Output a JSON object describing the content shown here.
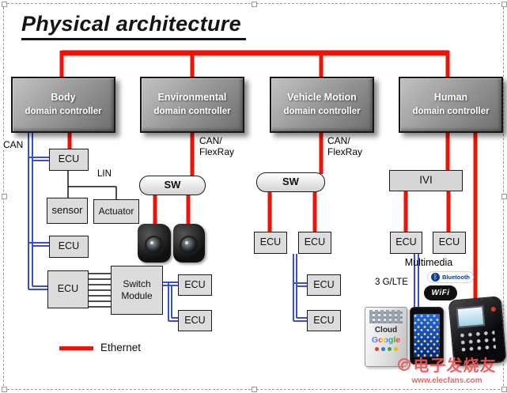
{
  "title": "Physical architecture",
  "colors": {
    "ethernet": "#ee1307",
    "can_bus": "#3b50cc",
    "controller_fill": "#979797",
    "box_fill": "#dcdcdc",
    "watermark_red": "#f15555"
  },
  "legend": {
    "ethernet_label": "Ethernet"
  },
  "controllers": [
    {
      "name": "Body",
      "subtitle": "domain controller"
    },
    {
      "name": "Environmental",
      "subtitle": "domain controller"
    },
    {
      "name": "Vehicle Motion",
      "subtitle": "domain controller"
    },
    {
      "name": "Human",
      "subtitle": "domain controller"
    }
  ],
  "bus_labels": {
    "can": "CAN",
    "lin": "LIN",
    "env_can_flexray_line1": "CAN/",
    "env_can_flexray_line2": "FlexRay",
    "vm_can_flexray_line1": "CAN/",
    "vm_can_flexray_line2": "FlexRay"
  },
  "nodes": {
    "ecu": "ECU",
    "sw": "SW",
    "ivi": "IVI",
    "sensor": "sensor",
    "actuator": "Actuator",
    "switch_module_line1": "Switch",
    "switch_module_line2": "Module"
  },
  "human_section": {
    "multimedia": "Multimedia",
    "network": "3 G/LTE",
    "bluetooth_rune": "ᛒ",
    "bluetooth": "Bluetooth",
    "wifi": "WiFi",
    "cloud": "Cloud",
    "google": "Google"
  },
  "watermark": {
    "brand": "电子发烧友",
    "url": "www.elecfans.com"
  }
}
